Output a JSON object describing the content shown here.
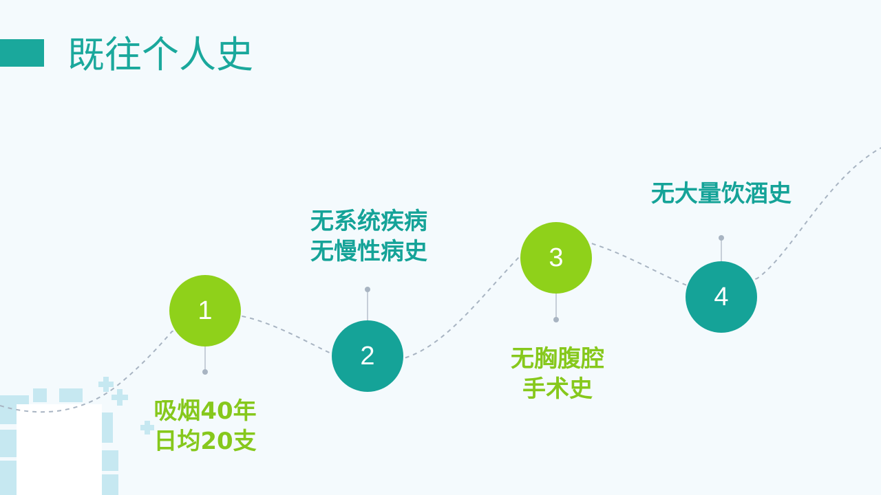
{
  "page": {
    "title": "既往个人史"
  },
  "steps": [
    {
      "number": "1",
      "lines": [
        "吸烟40年",
        "日均20支"
      ]
    },
    {
      "number": "2",
      "lines": [
        "无系统疾病",
        "无慢性病史"
      ]
    },
    {
      "number": "3",
      "lines": [
        "无胸腹腔",
        "手术史"
      ]
    },
    {
      "number": "4",
      "lines": [
        "无大量饮酒史"
      ]
    }
  ],
  "colors": {
    "teal": "#15a398",
    "green": "#8fd11a",
    "connector": "#a8b4c2",
    "background": "#f4fafd",
    "decor": "#bfe6ef"
  }
}
